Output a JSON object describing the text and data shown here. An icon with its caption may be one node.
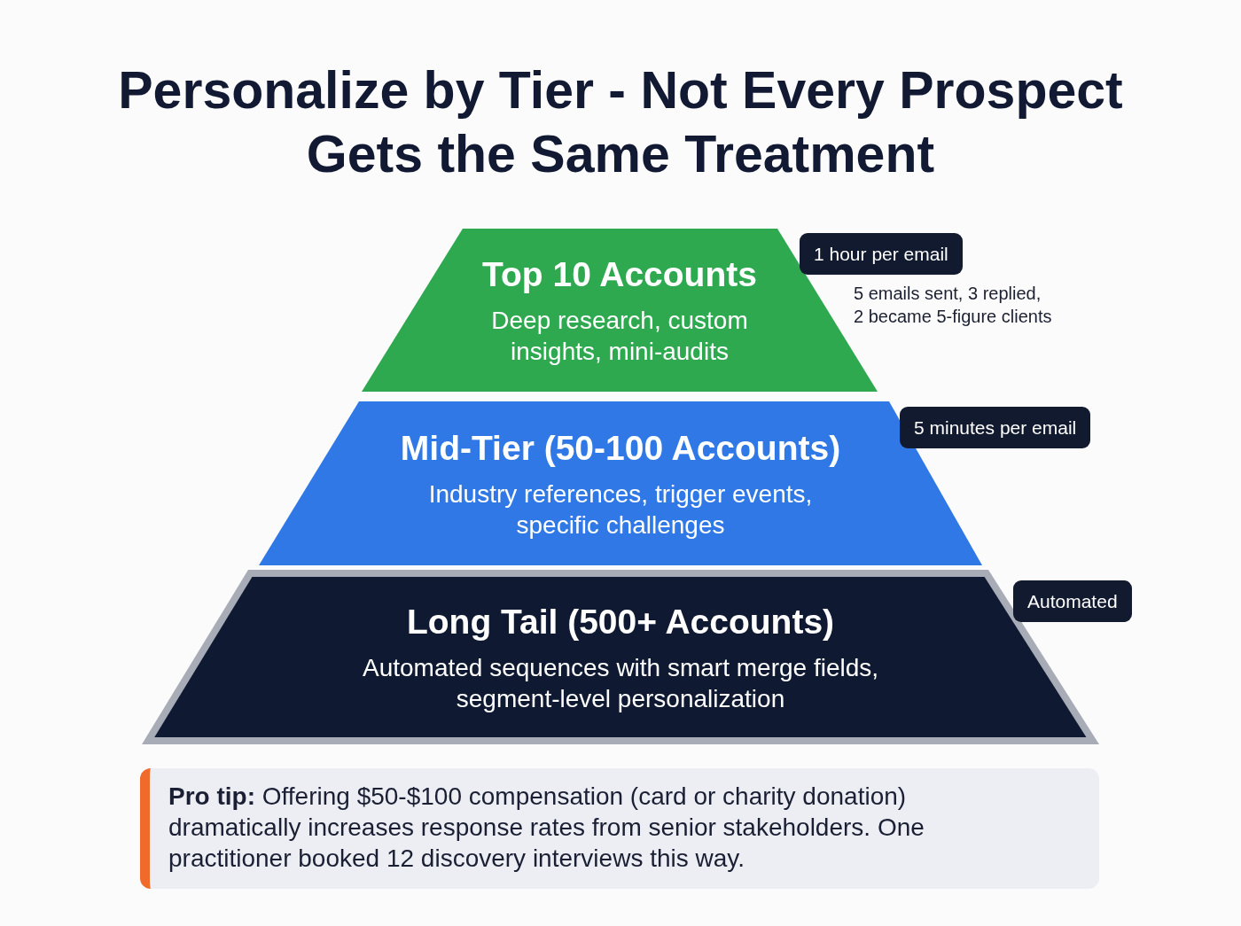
{
  "diagram": {
    "title": "Personalize by Tier - Not Every Prospect Gets the Same Treatment",
    "nodes": [
      {
        "text": [
          "Top 10 Accounts",
          "Deep research, custom insights, mini-audits"
        ],
        "beside": [
          "1 hour per email",
          "5 emails sent, 3 replied, 2 became 5-figure clients"
        ]
      },
      {
        "text": [
          "Mid-Tier (50-100 Accounts)",
          "Industry references, trigger events, specific challenges"
        ],
        "beside": [
          "5 minutes per email"
        ]
      },
      {
        "text": [
          "Long Tail (500+ Accounts)",
          "Automated sequences with smart merge fields, segment-level personalization"
        ],
        "beside": [
          "Automated"
        ]
      },
      {
        "text": [
          "**Pro tip:** Offering $50-$100 compensation (card or charity donation) dramatically increases response rates from senior stakeholders. One practitioner booked 12 discovery interviews this way."
        ]
      }
    ]
  }
}
